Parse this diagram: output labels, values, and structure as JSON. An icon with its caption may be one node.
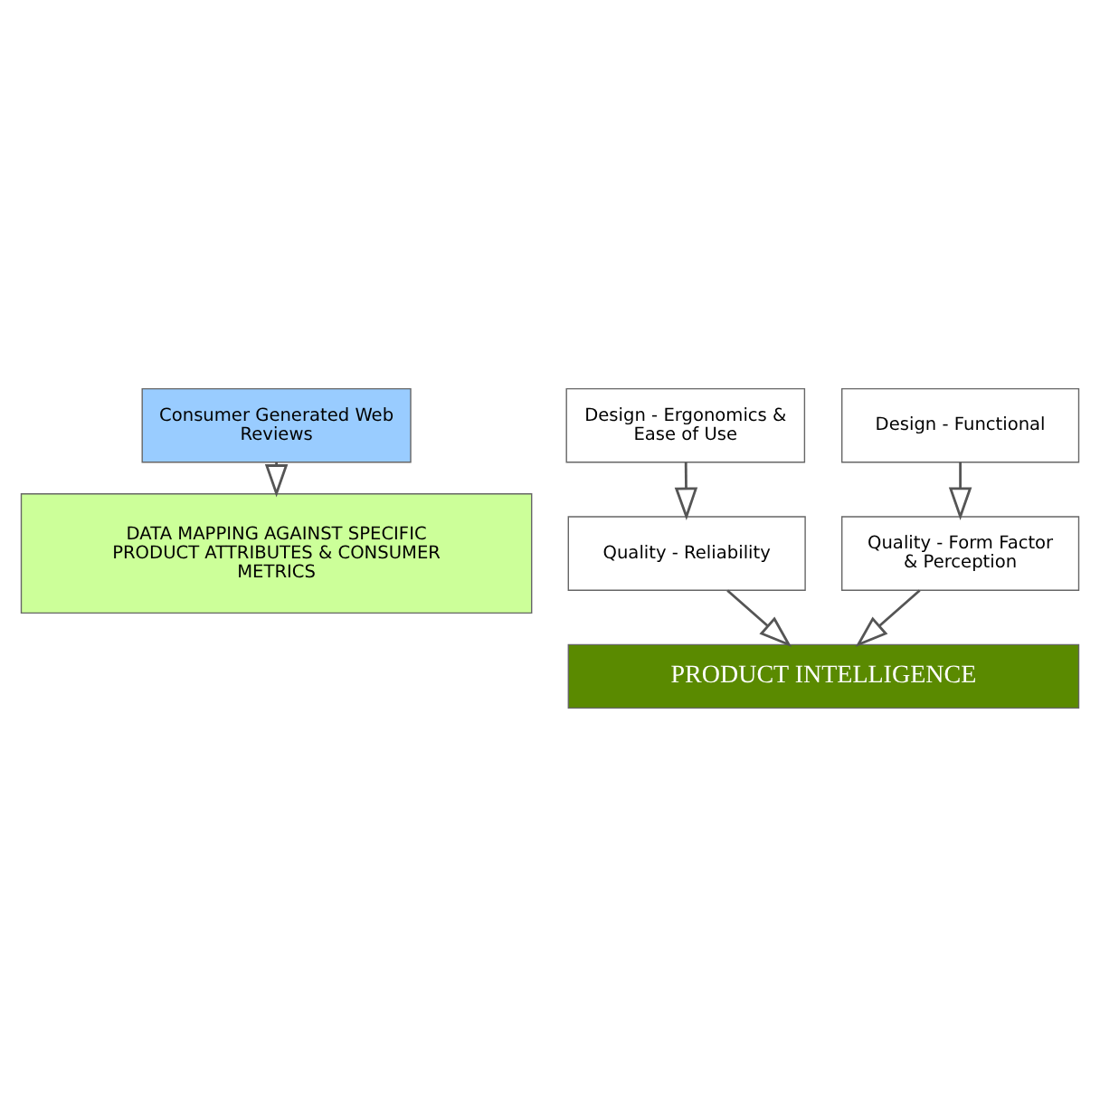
{
  "diagram": {
    "nodes": [
      {
        "text": [
          "Consumer Generated Web Reviews"
        ]
      },
      {
        "text": [
          "DATA MAPPING AGAINST SPECIFIC PRODUCT ATTRIBUTES & CONSUMER METRICS"
        ]
      },
      {
        "text": [
          "Design - Ergonomics & Ease of Use"
        ]
      },
      {
        "text": [
          "Design - Functional"
        ]
      },
      {
        "text": [
          "Quality - Reliability"
        ]
      },
      {
        "text": [
          "Quality - Form Factor & Perception"
        ]
      },
      {
        "text": [
          "PRODUCT INTELLIGENCE"
        ]
      }
    ],
    "edges": [
      {
        "from": 0,
        "to": 1,
        "arrow": "to"
      },
      {
        "from": 2,
        "to": 4,
        "arrow": "to"
      },
      {
        "from": 3,
        "to": 5,
        "arrow": "to"
      },
      {
        "from": 4,
        "to": 6,
        "arrow": "to"
      },
      {
        "from": 5,
        "to": 6,
        "arrow": "to"
      }
    ]
  }
}
